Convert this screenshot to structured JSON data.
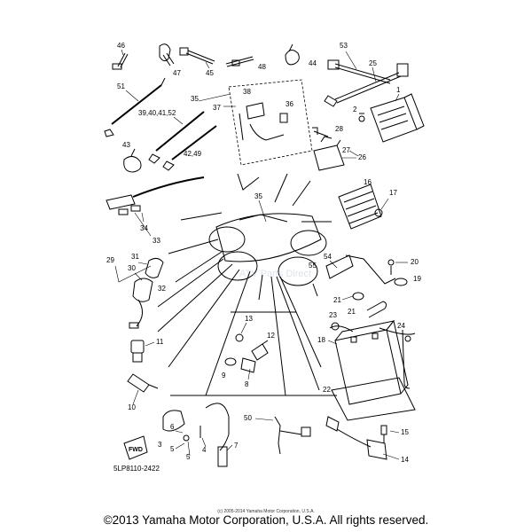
{
  "diagram_code": "5LP8110-2422",
  "small_copyright": "(c) 2005-2014 Yamaha Motor Corporation, U.S.A.",
  "copyright": "©2013 Yamaha Motor Corporation, U.S.A. All rights reserved.",
  "watermark": "ATV Parts Direct",
  "fwd_label": "FWD",
  "callouts": {
    "c1": "1",
    "c2": "2",
    "c3": "3",
    "c4": "4",
    "c5": "5",
    "c6": "6",
    "c7": "7",
    "c8": "8",
    "c9": "9",
    "c10": "10",
    "c11": "11",
    "c12": "12",
    "c13": "13",
    "c14": "14",
    "c15": "15",
    "c16": "16",
    "c17": "17",
    "c18": "18",
    "c19": "19",
    "c20": "20",
    "c21a": "21",
    "c21b": "21",
    "c22": "22",
    "c23": "23",
    "c24": "24",
    "c25": "25",
    "c26": "26",
    "c27": "27",
    "c28": "28",
    "c29": "29",
    "c30": "30",
    "c31": "31",
    "c32": "32",
    "c33": "33",
    "c34": "34",
    "c35a": "35",
    "c35b": "35",
    "c36": "36",
    "c37": "37",
    "c38": "38",
    "c39": "39,40,41,52",
    "c42": "42,49",
    "c43": "43",
    "c44": "44",
    "c45": "45",
    "c46": "46",
    "c47": "47",
    "c48": "48",
    "c50": "50",
    "c51": "51",
    "c53": "53",
    "c54": "54",
    "c55": "55"
  }
}
